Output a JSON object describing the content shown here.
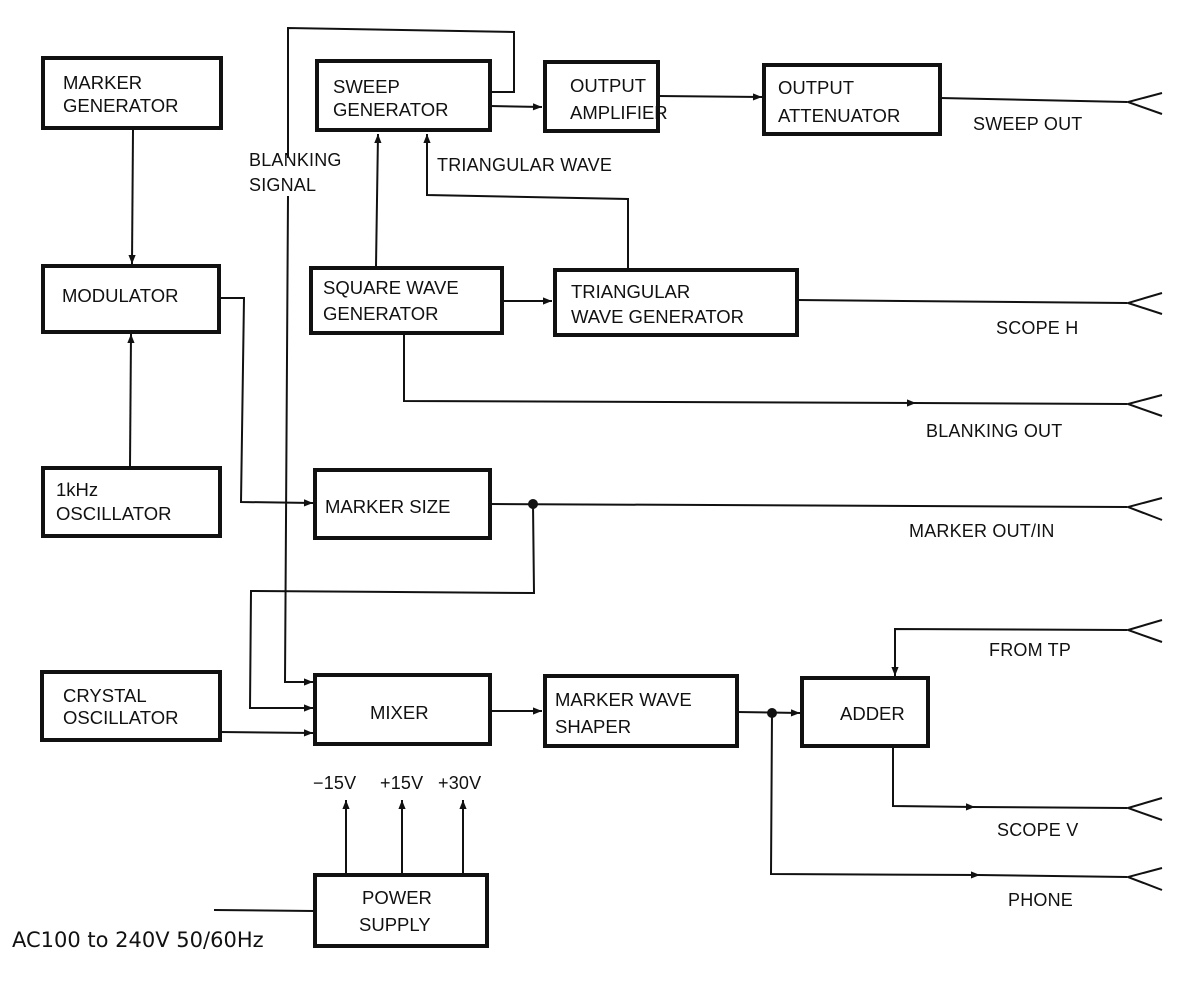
{
  "blocks": {
    "marker_generator": [
      "MARKER",
      "GENERATOR"
    ],
    "sweep_generator": [
      "SWEEP",
      "GENERATOR"
    ],
    "output_amplifier": [
      "OUTPUT",
      "AMPLIFIER"
    ],
    "output_attenuator": [
      "OUTPUT",
      "ATTENUATOR"
    ],
    "modulator": [
      "MODULATOR"
    ],
    "square_wave_generator": [
      "SQUARE WAVE",
      "GENERATOR"
    ],
    "triangular_wave_generator": [
      "TRIANGULAR",
      "WAVE GENERATOR"
    ],
    "oscillator_1khz": [
      "1kHz",
      "OSCILLATOR"
    ],
    "marker_size": [
      "MARKER SIZE"
    ],
    "crystal_oscillator": [
      "CRYSTAL",
      "OSCILLATOR"
    ],
    "mixer": [
      "MIXER"
    ],
    "marker_wave_shaper": [
      "MARKER WAVE",
      "SHAPER"
    ],
    "adder": [
      "ADDER"
    ],
    "power_supply": [
      "POWER",
      "SUPPLY"
    ]
  },
  "signal_labels": {
    "blanking_signal": [
      "BLANKING",
      "SIGNAL"
    ],
    "triangular_wave": "TRIANGULAR WAVE"
  },
  "terminals": {
    "sweep_out": "SWEEP OUT",
    "scope_h": "SCOPE H",
    "blanking_out": "BLANKING OUT",
    "marker_out_in": "MARKER OUT/IN",
    "from_tp": "FROM TP",
    "scope_v": "SCOPE V",
    "phone": "PHONE"
  },
  "supply_rails": [
    "−15V",
    "+15V",
    "+30V"
  ],
  "mains_input": "AC100 to 240V 50/60Hz"
}
